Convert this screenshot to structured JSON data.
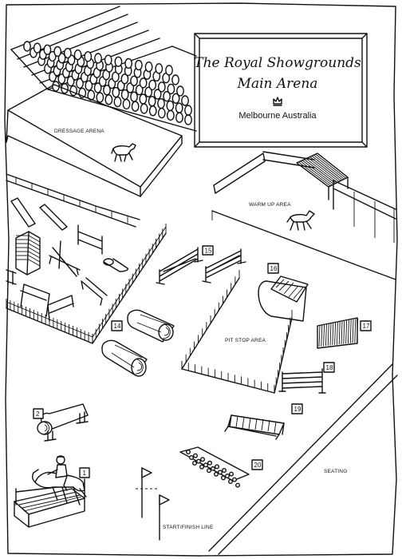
{
  "title": {
    "line1": "The Royal Showgrounds",
    "line2": "Main Arena",
    "location": "Melbourne Australia"
  },
  "areas": {
    "dressage": "DRESSAGE ARENA",
    "warmup": "WARM UP AREA",
    "pitstop": "PIT STOP AREA",
    "seating": "SEATING",
    "start_finish": "START/FINISH LINE"
  },
  "markers": [
    "1",
    "2",
    "14",
    "15",
    "16",
    "17",
    "18",
    "19",
    "20"
  ],
  "icons": [
    "crown-icon",
    "horse-icon",
    "rider-icon",
    "flag-icon"
  ]
}
